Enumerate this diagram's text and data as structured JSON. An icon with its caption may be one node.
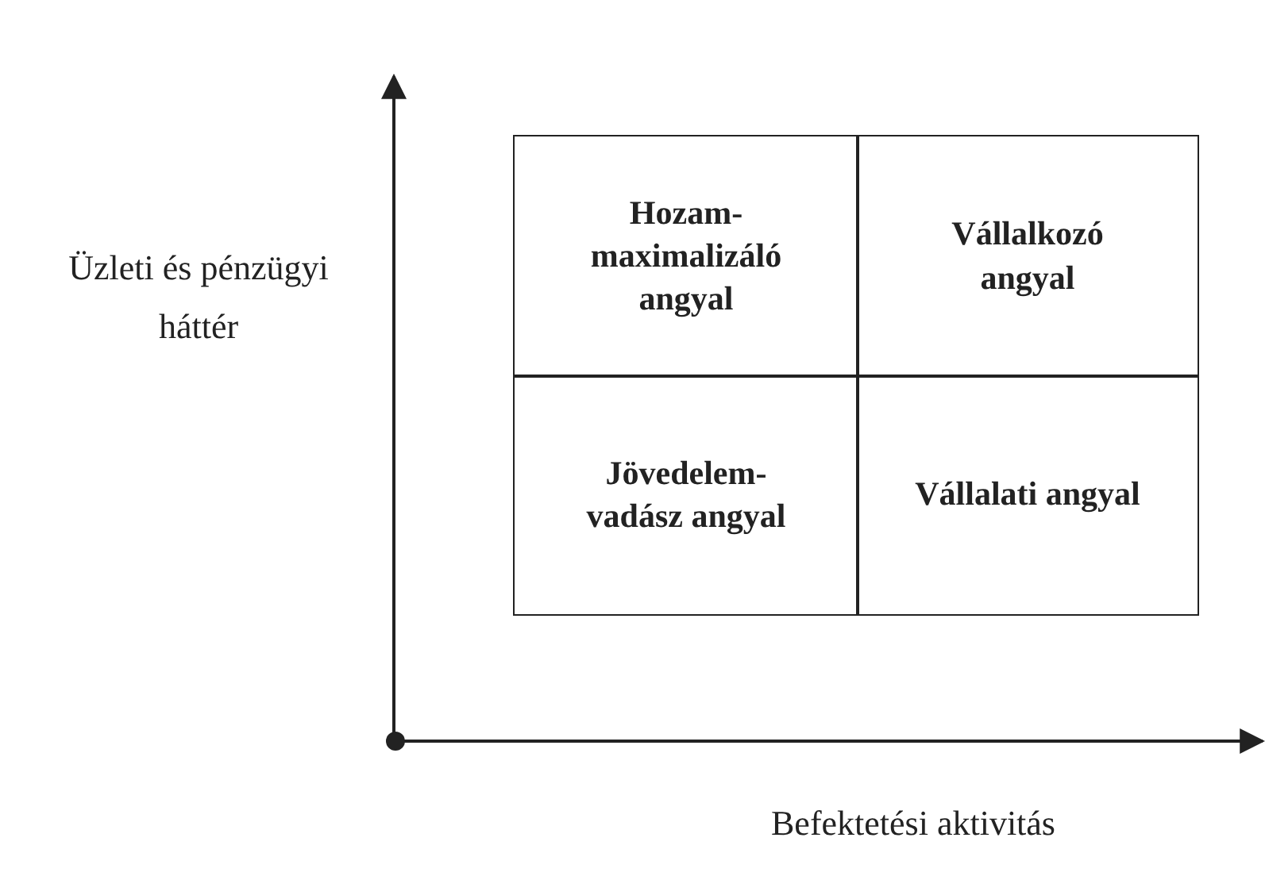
{
  "diagram": {
    "nodes": [
      {
        "text": [
          "Hozam-maximalizáló angyal"
        ]
      },
      {
        "text": [
          "Vállalkozó angyal"
        ]
      },
      {
        "text": [
          "Jövedelem-vadász angyal"
        ]
      },
      {
        "text": [
          "Vállalati angyal"
        ]
      }
    ],
    "labels": [
      "Üzleti és pénzügyi háttér",
      "Befektetési aktivitás"
    ]
  }
}
